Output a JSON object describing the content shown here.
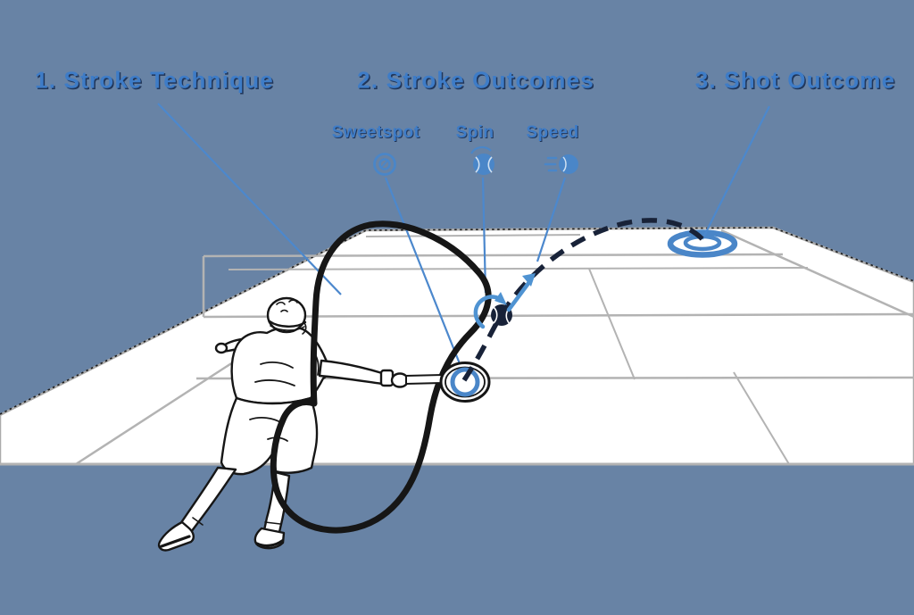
{
  "diagram_title": "Tennis stroke analysis diagram",
  "steps": {
    "step1": {
      "label": "1. Stroke Technique",
      "points_to": "swing-path-loop"
    },
    "step2": {
      "label": "2. Stroke Outcomes",
      "points_to": "ball-contact"
    },
    "step3": {
      "label": "3. Shot Outcome",
      "points_to": "landing-target"
    }
  },
  "stroke_outcomes": [
    {
      "label": "Sweetspot",
      "icon": "sweetspot-target-icon",
      "points_to": "racket-sweetspot-ring"
    },
    {
      "label": "Spin",
      "icon": "spin-ball-icon",
      "points_to": "spin-arrow"
    },
    {
      "label": "Speed",
      "icon": "speed-ball-icon",
      "points_to": "speed-arrow"
    }
  ],
  "scene": {
    "elements": [
      "tennis-court-perspective",
      "net-lines",
      "player-illustration",
      "swing-path-loop",
      "racket",
      "racket-sweetspot-ring",
      "tennis-ball",
      "spin-arrow",
      "speed-arrow",
      "dashed-ball-trajectory",
      "landing-target"
    ]
  },
  "colors": {
    "background": "#6883A5",
    "title_blue": "#3E7CC7",
    "title_shadow": "#20365A",
    "leader_line_blue": "#4C88CD",
    "accent_blue": "#4A86C8",
    "arrow_blue": "#4F93D2",
    "trajectory_navy": "#182238",
    "court_white": "#FFFFFF",
    "court_line_gray": "#B3B3B3",
    "ink_black": "#161616"
  }
}
